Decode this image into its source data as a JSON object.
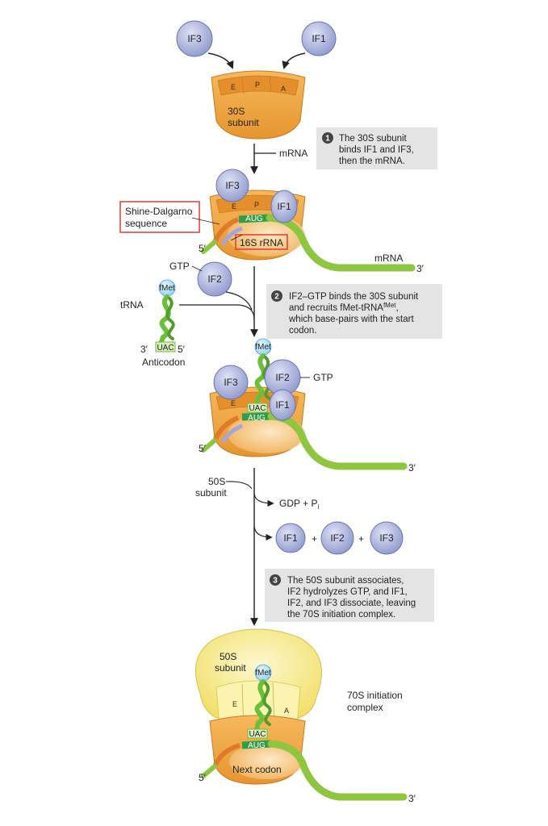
{
  "factors": {
    "if1": "IF1",
    "if2": "IF2",
    "if3": "IF3"
  },
  "sites": {
    "e": "E",
    "p": "P",
    "a": "A"
  },
  "labels": {
    "subunit_30s_line1": "30S",
    "subunit_30s_line2": "subunit",
    "mrna": "mRNA",
    "aug": "AUG",
    "uac": "UAC",
    "fmet": "fMet",
    "five_prime": "5′",
    "three_prime": "3′",
    "three_prime_short": "3′",
    "five_prime_short": "5′",
    "shine_dalgarno_line1": "Shine-Dalgarno",
    "shine_dalgarno_line2": "sequence",
    "rrna_16s": "16S rRNA",
    "gtp": "GTP",
    "trna": "tRNA",
    "anticodon": "Anticodon",
    "subunit_50s_line1": "50S",
    "subunit_50s_line2": "subunit",
    "gdp_pi": "GDP + P",
    "gdp_pi_sub": "i",
    "plus": "+",
    "initiation_complex_line1": "70S initiation",
    "initiation_complex_line2": "complex",
    "next_codon": "Next codon"
  },
  "steps": [
    {
      "number": "1",
      "lines": [
        "The 30S subunit",
        "binds IF1 and IF3,",
        "then the mRNA."
      ]
    },
    {
      "number": "2",
      "lines": [
        "IF2–GTP binds the 30S subunit",
        "and recruits fMet-tRNA",
        "which base-pairs with the start",
        "codon."
      ],
      "superscript": "fMet"
    },
    {
      "number": "3",
      "lines": [
        "The 50S subunit associates,",
        "IF2 hydrolyzes GTP, and IF1,",
        "IF2, and IF3 dissociate, leaving",
        "the 70S initiation complex."
      ]
    }
  ],
  "colors": {
    "ribosome_orange": "#f0a94c",
    "ribosome_light": "#f8cf86",
    "factor_blue": "#a9b3de",
    "mrna_green": "#8ec63f",
    "aug_green": "#2e9e4b",
    "sd_orange": "#e07a2a",
    "rrna_purple": "#a7a6dc",
    "step_box": "#e4e4e4",
    "highlight_red": "#e03a3a",
    "subunit_50s_yellow": "#f7ec8a"
  }
}
